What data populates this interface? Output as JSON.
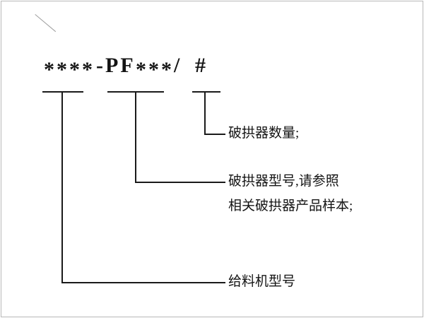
{
  "code": {
    "prefix": "****",
    "series": "-PF",
    "spec": "***",
    "slash": "/",
    "count": "#"
  },
  "callouts": {
    "breaker_count": "破拱器数量;",
    "breaker_model_line1": "破拱器型号,请参照",
    "breaker_model_line2": "相关破拱器产品样本;",
    "feeder_model": "给料机型号"
  },
  "colors": {
    "line": "#1a1a1a",
    "border": "#b8b8b8"
  }
}
